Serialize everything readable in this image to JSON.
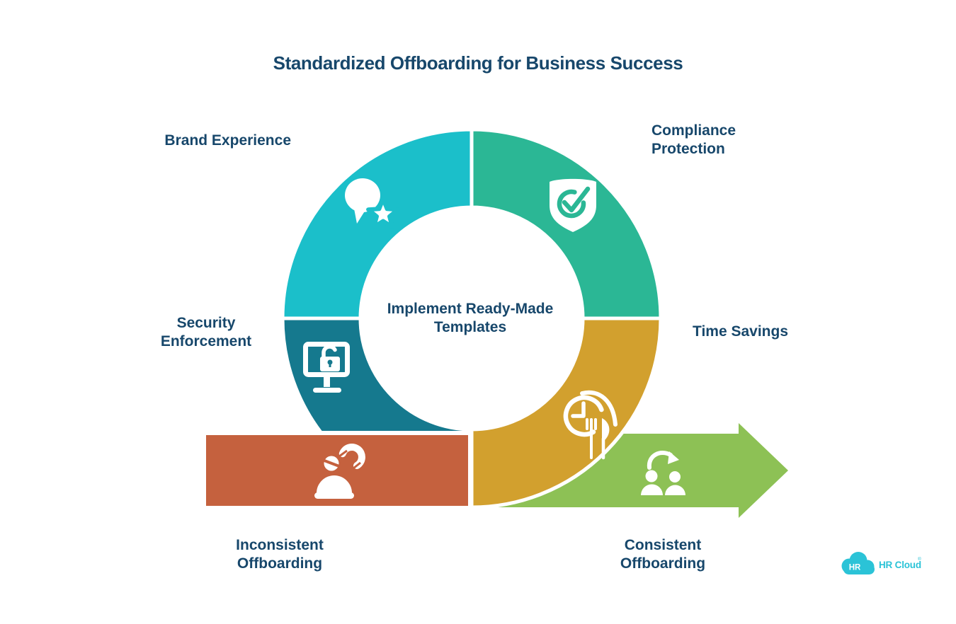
{
  "title": "Standardized Offboarding for Business Success",
  "center": {
    "label": "Implement Ready-Made\nTemplates"
  },
  "segments": [
    {
      "id": "brand-experience",
      "label": "Brand Experience",
      "color": "#1BBFCA",
      "icon": "chat-star-icon"
    },
    {
      "id": "compliance-protection",
      "label": "Compliance\nProtection",
      "color": "#2BB795",
      "icon": "shield-check-icon"
    },
    {
      "id": "security-enforcement",
      "label": "Security\nEnforcement",
      "color": "#15798E",
      "icon": "monitor-unlock-icon"
    },
    {
      "id": "time-savings",
      "label": "Time Savings",
      "color": "#D2A02E",
      "icon": "clock-meal-icon"
    }
  ],
  "flow": [
    {
      "id": "inconsistent-offboarding",
      "label": "Inconsistent\nOffboarding",
      "color": "#C5613E",
      "icon": "employee-magnet-icon"
    },
    {
      "id": "consistent-offboarding",
      "label": "Consistent\nOffboarding",
      "color": "#8DC155",
      "icon": "people-sync-icon"
    }
  ],
  "logo": {
    "badge": "HR",
    "name": "HR Cloud",
    "mark": "®"
  },
  "colors": {
    "text_navy": "#17476B",
    "white": "#FFFFFF",
    "logo_teal": "#2BC3D7"
  }
}
